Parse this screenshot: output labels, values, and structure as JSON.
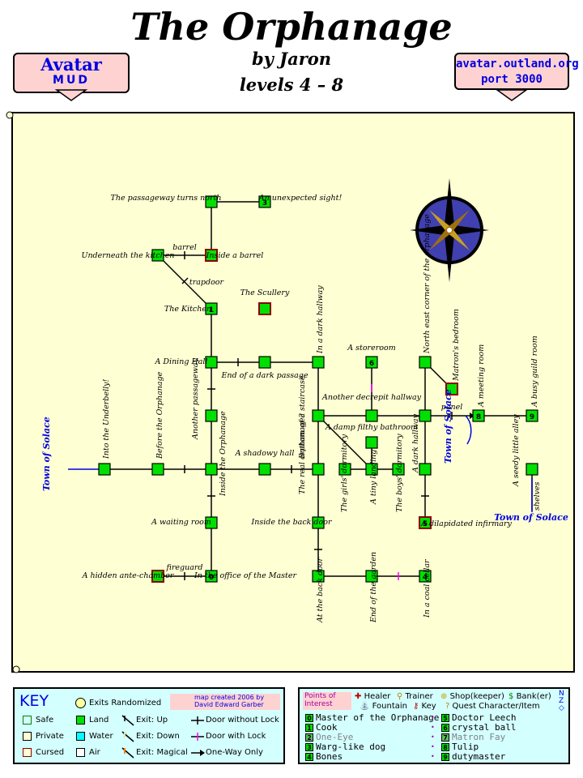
{
  "header": {
    "title": "The Orphanage",
    "byline": "by Jaron",
    "levels": "levels 4 – 8",
    "logo_top": "Avatar",
    "logo_bottom": "MUD",
    "server_line1": "avatar.outland.org",
    "server_line2": "port 3000"
  },
  "colors": {
    "paper": "#ffffd4",
    "room_land": "#00e000",
    "room_cursed_border": "#8b0000",
    "key_bg": "#d4ffff",
    "banner_bg": "#ffd2d2",
    "blue": "#0000e0"
  },
  "rooms": {
    "passageway_north": "The passageway turns north",
    "unexpected_sight": "An unexpected sight!",
    "underneath_kitchen": "Underneath the kitchen",
    "inside_barrel": "Inside a barrel",
    "the_kitchen": "The Kitchen",
    "the_scullery": "The Scullery",
    "dining_hall": "A Dining Hall",
    "end_dark_passage": "End of a dark passage",
    "dark_hallway_1": "In a dark hallway",
    "storeroom": "A storeroom",
    "northeast_corner": "North east corner of the orphanage",
    "matrons_bedroom": "Matron's bedroom",
    "meeting_room": "A meeting room",
    "guild_room": "A busy guild room",
    "another_passageway": "Another passageway",
    "bottom_staircase": "Bottom of a staircase",
    "decrepit_hallway": "Another decrepit hallway",
    "damp_bathroom": "A damp filthy bathroom",
    "dark_hallway_2": "A dark hallway",
    "into_underbelly": "Into the Underbelly!",
    "before_orphanage": "Before the Orphanage",
    "inside_orphanage": "Inside the Orphanage",
    "shadowy_hall": "A shadowy hall",
    "real_orphanage": "The real orphanage?",
    "girls_dormitory": "The girls' dormitory",
    "tiny_landing": "A tiny landing",
    "boys_dormitory": "The boys' dormitory",
    "seedy_alley": "A seedy little alley",
    "waiting_room": "A waiting room",
    "inside_back_door": "Inside the back door",
    "dilapidated_infirmary": "A dilapidated infirmary",
    "hidden_antechamber": "A hidden ante-chamber",
    "office_master": "In the office of the Master",
    "at_back_door": "At the back door",
    "end_garden": "End of the garden",
    "coal_cellar": "In a coal cellar"
  },
  "exits": {
    "barrel": "barrel",
    "trapdoor": "trapdoor",
    "panel": "panel",
    "fireguard": "fireguard",
    "shelves": "shelves",
    "town_west": "Town of Solace",
    "town_mid": "Town of Solace",
    "town_east": "Town of Solace"
  },
  "numbers": {
    "n0": "0",
    "n1": "1",
    "n3": "3",
    "n4": "4",
    "n5": "5",
    "n6": "6",
    "n8": "8",
    "n9": "9"
  },
  "key": {
    "title": "KEY",
    "exits_randomized": "Exits Randomized",
    "credit_line1": "map created 2006 by",
    "credit_line2": "David Edward Garber",
    "safe": "Safe",
    "private": "Private",
    "cursed": "Cursed",
    "land": "Land",
    "water": "Water",
    "air": "Air",
    "exit_up": "Exit: Up",
    "exit_down": "Exit: Down",
    "exit_magical": "Exit: Magical",
    "door_without_lock": "Door without Lock",
    "door_with_lock": "Door with Lock",
    "one_way": "One-Way Only"
  },
  "poi": {
    "title_line1": "Points of",
    "title_line2": "Interest",
    "legend": {
      "healer": "Healer",
      "trainer": "Trainer",
      "shop": "Shop(keeper)",
      "bank": "Bank(er)",
      "fountain": "Fountain",
      "key": "Key",
      "quest": "Quest Character/Item"
    },
    "items": [
      {
        "num": "0",
        "label": "Master of the Orphanage",
        "dim": false
      },
      {
        "num": "1",
        "label": "Cook",
        "dim": false
      },
      {
        "num": "2",
        "label": "One-Eye",
        "dim": true
      },
      {
        "num": "3",
        "label": "Warg-like dog",
        "dim": false
      },
      {
        "num": "4",
        "label": "Bones",
        "dim": false
      },
      {
        "num": "5",
        "label": "Doctor Leech",
        "dim": false
      },
      {
        "num": "6",
        "label": "crystal ball",
        "dim": false
      },
      {
        "num": "7",
        "label": "Matron Fay",
        "dim": true
      },
      {
        "num": "8",
        "label": "Tulip",
        "dim": false
      },
      {
        "num": "9",
        "label": "dutymaster",
        "dim": false
      }
    ]
  }
}
